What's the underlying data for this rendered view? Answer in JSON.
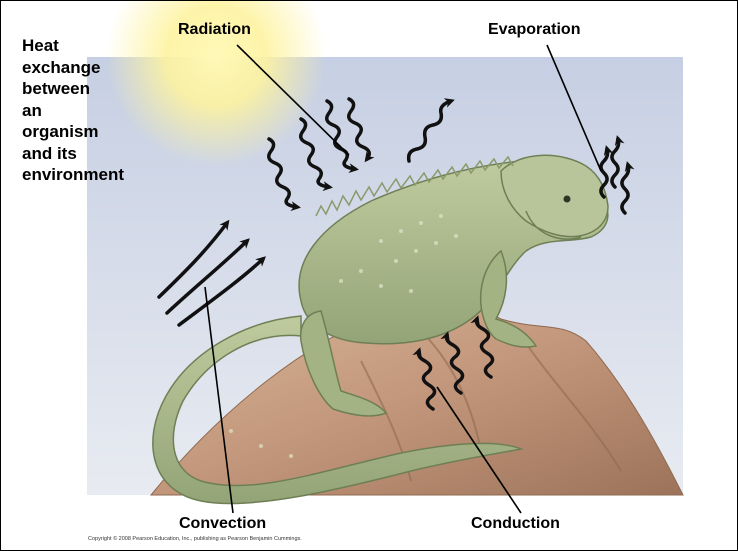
{
  "diagram": {
    "heading": "Heat\nexchange\nbetween\n an\norganism\nand its\nenvironment",
    "labels": {
      "radiation": "Radiation",
      "evaporation": "Evaporation",
      "convection": "Convection",
      "conduction": "Conduction"
    },
    "copyright": "Copyright © 2008 Pearson Education, Inc., publishing as Pearson Benjamin Cummings."
  },
  "colors": {
    "sky_top": "#c6cfe3",
    "sky_bottom": "#e8ebf1",
    "sun": "#fdf6a8",
    "iguana": "#aab98a",
    "iguana_shadow": "#7d8d62",
    "rock": "#c49a7c",
    "rock_dark": "#8f6a50",
    "arrow": "#111111"
  },
  "icons": [
    "sun-icon",
    "wavy-arrow-icon",
    "curved-arrow-icon"
  ]
}
